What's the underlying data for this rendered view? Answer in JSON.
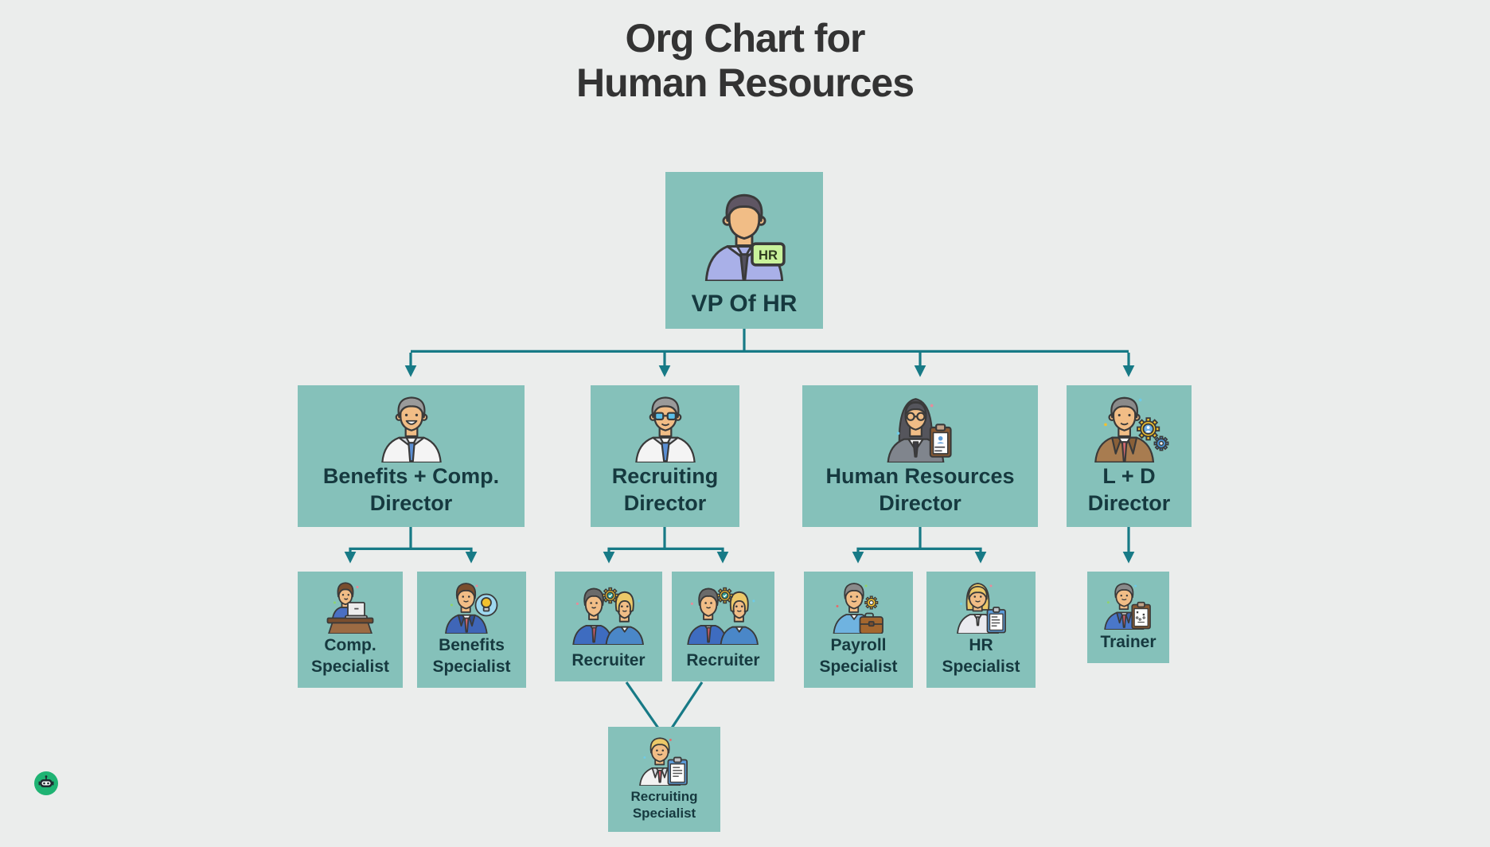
{
  "title": {
    "line1": "Org Chart for",
    "line2": "Human Resources"
  },
  "colors": {
    "background": "#ebedec",
    "node_fill": "#85c1ba",
    "connector": "#177a86",
    "node_text": "#16393f",
    "title_text": "#333333",
    "chatbot_green": "#1fb373"
  },
  "org": {
    "nodes": {
      "vp": {
        "label": "VP Of HR",
        "icon": "vp-of-hr-icon",
        "badge_text": "HR"
      },
      "benefits_comp_director": {
        "label": "Benefits + Comp.\nDirector",
        "icon": "benefits-comp-director-icon"
      },
      "recruiting_director": {
        "label": "Recruiting\nDirector",
        "icon": "recruiting-director-icon"
      },
      "hr_director": {
        "label": "Human Resources\nDirector",
        "icon": "hr-director-icon"
      },
      "ld_director": {
        "label": "L + D\nDirector",
        "icon": "ld-director-icon"
      },
      "comp_specialist": {
        "label": "Comp.\nSpecialist",
        "icon": "comp-specialist-icon"
      },
      "benefits_specialist": {
        "label": "Benefits\nSpecialist",
        "icon": "benefits-specialist-icon"
      },
      "recruiter_1": {
        "label": "Recruiter",
        "icon": "recruiter-icon"
      },
      "recruiter_2": {
        "label": "Recruiter",
        "icon": "recruiter-icon"
      },
      "payroll_specialist": {
        "label": "Payroll\nSpecialist",
        "icon": "payroll-specialist-icon"
      },
      "hr_specialist": {
        "label": "HR\nSpecialist",
        "icon": "hr-specialist-icon"
      },
      "trainer": {
        "label": "Trainer",
        "icon": "trainer-icon"
      },
      "recruiting_specialist": {
        "label": "Recruiting\nSpecialist",
        "icon": "recruiting-specialist-icon"
      }
    },
    "edges": [
      [
        "VP Of HR",
        "Benefits + Comp. Director"
      ],
      [
        "VP Of HR",
        "Recruiting Director"
      ],
      [
        "VP Of HR",
        "Human Resources Director"
      ],
      [
        "VP Of HR",
        "L + D Director"
      ],
      [
        "Benefits + Comp. Director",
        "Comp. Specialist"
      ],
      [
        "Benefits + Comp. Director",
        "Benefits Specialist"
      ],
      [
        "Recruiting Director",
        "Recruiter"
      ],
      [
        "Recruiting Director",
        "Recruiter"
      ],
      [
        "Human Resources Director",
        "Payroll Specialist"
      ],
      [
        "Human Resources Director",
        "HR Specialist"
      ],
      [
        "L + D Director",
        "Trainer"
      ],
      [
        "Recruiter",
        "Recruiting Specialist"
      ],
      [
        "Recruiter",
        "Recruiting Specialist"
      ]
    ]
  }
}
